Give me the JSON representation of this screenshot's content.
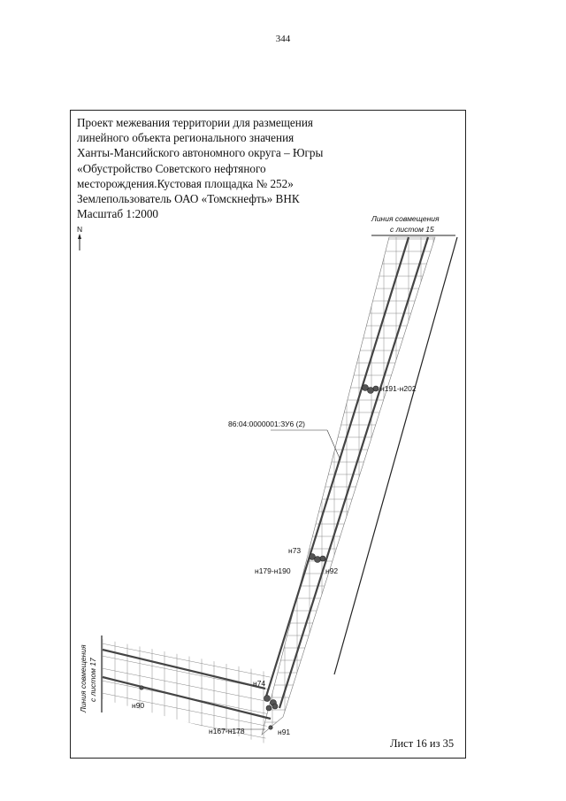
{
  "page_number": "344",
  "title_lines": [
    "Проект межевания территории для размещения",
    "линейного объекта регионального значения",
    "Ханты-Мансийского автономного округа – Югры",
    "«Обустройство Советского нефтяного",
    "месторождения.Кустовая площадка № 252»",
    "Землепользователь ОАО «Томскнефть» ВНК",
    "Масштаб 1:2000"
  ],
  "north_label": "N",
  "junction_top": [
    "Линия совмещения",
    "с листом 15"
  ],
  "junction_left": [
    "Линия совмещения",
    "с листом 17"
  ],
  "parcel_label": "86:04:0000001:ЗУ6 (2)",
  "point_labels": {
    "n191_202": "н191-н202",
    "n73": "н73",
    "n179_190": "н179-н190",
    "n92": "н92",
    "n74": "н74",
    "n90": "н90",
    "n167_178": "н167-н178",
    "n91": "н91"
  },
  "sheet_label": "Лист 16 из 35"
}
